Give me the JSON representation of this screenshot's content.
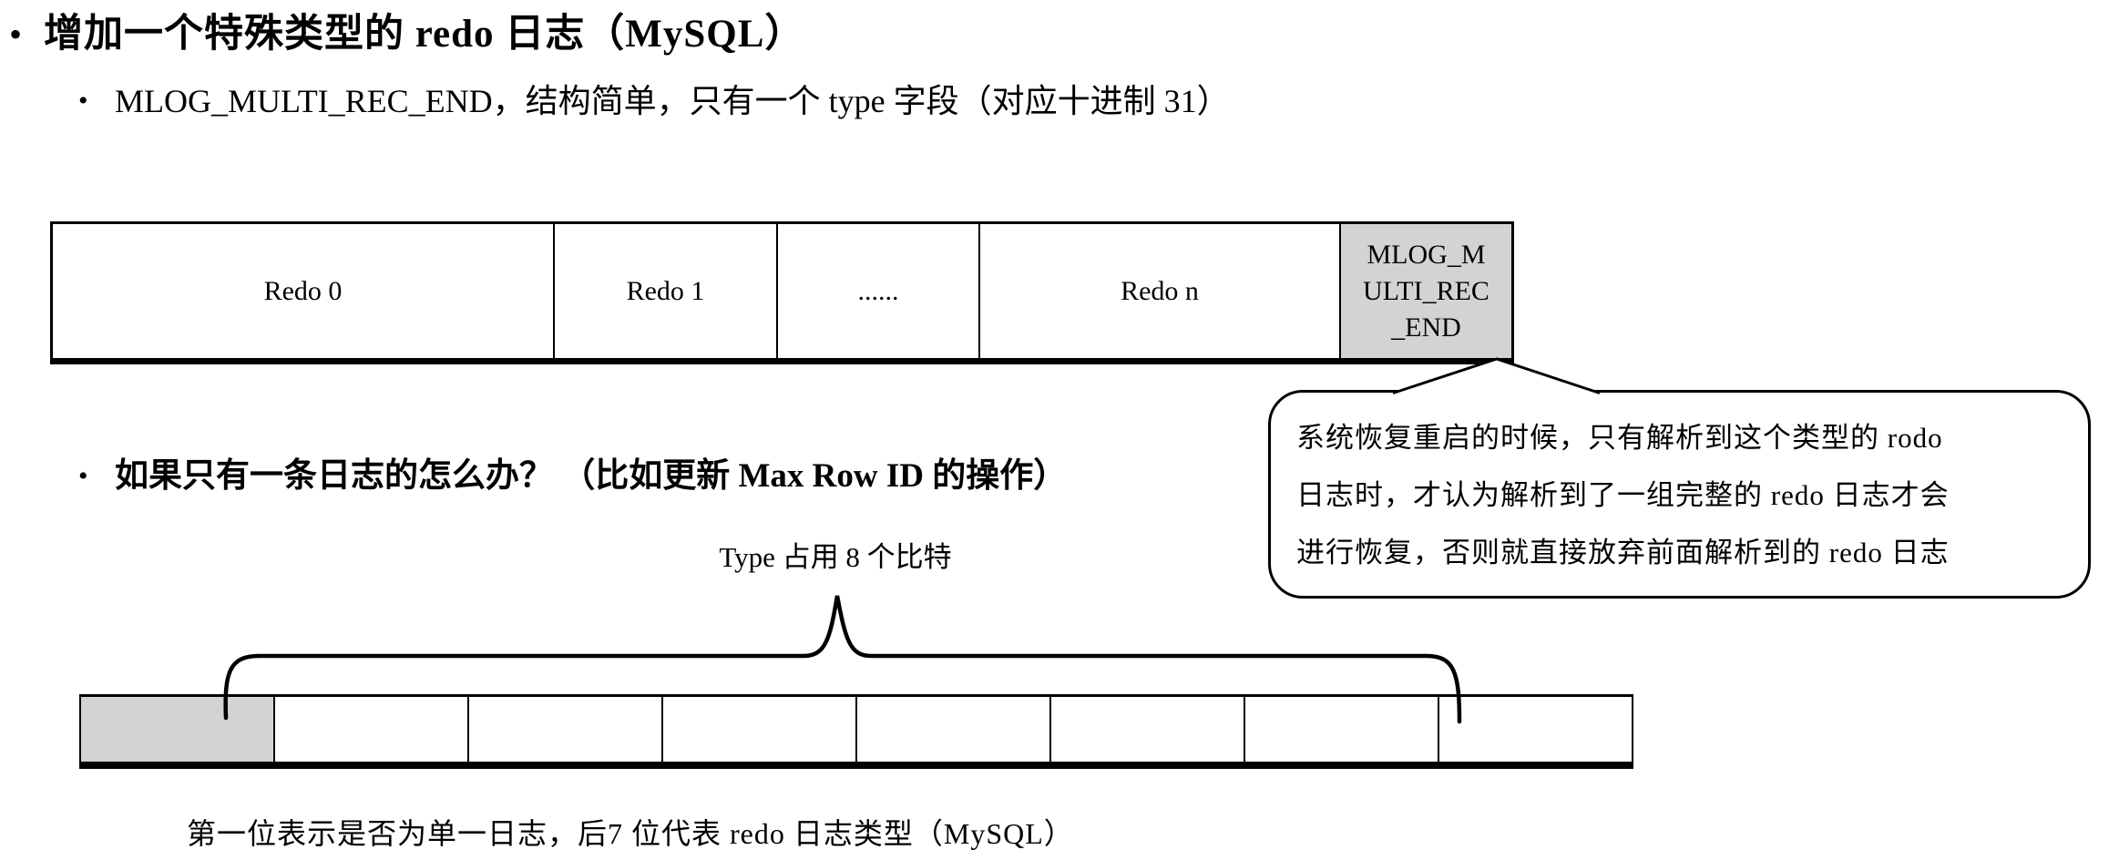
{
  "slide": {
    "bullet_glyph": "•",
    "title": "增加一个特殊类型的 redo 日志（MySQL）",
    "bullet_mlog": "MLOG_MULTI_REC_END，结构简单，只有一个 type 字段（对应十进制 31）",
    "bullet_single": "如果只有一条日志的怎么办？ （比如更新 Max Row ID 的操作）"
  },
  "redo_table": {
    "cells": [
      "Redo 0",
      "Redo 1",
      "......",
      "Redo n"
    ],
    "end_cell_lines": [
      "MLOG_M",
      "ULTI_REC",
      "_END"
    ],
    "end_cell_fill": "#d3d3d3"
  },
  "callout": {
    "lines": [
      "系统恢复重启的时候，只有解析到这个类型的 rodo",
      "日志时，才认为解析到了一组完整的 redo 日志才会",
      "进行恢复，否则就直接放弃前面解析到的 redo 日志"
    ]
  },
  "bit_diagram": {
    "brace_label": "Type 占用 8 个比特",
    "cell_count": 8,
    "first_cell_fill": "#d3d3d3",
    "caption": "第一位表示是否为单一日志，后7 位代表 redo 日志类型（MySQL）"
  },
  "colors": {
    "line": "#000000",
    "background": "#ffffff",
    "shaded_cell": "#d3d3d3"
  }
}
